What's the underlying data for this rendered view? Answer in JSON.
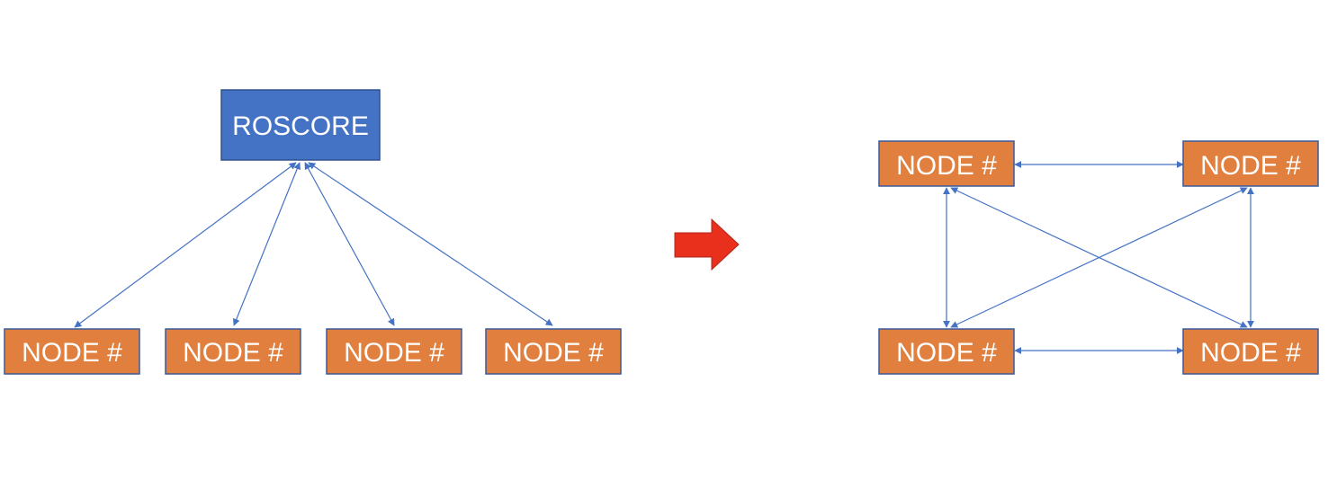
{
  "left_diagram": {
    "core": {
      "label": "ROSCORE",
      "color": "#4472C4"
    },
    "nodes": [
      {
        "label": "NODE #"
      },
      {
        "label": "NODE #"
      },
      {
        "label": "NODE #"
      },
      {
        "label": "NODE #"
      }
    ]
  },
  "transition_arrow": {
    "color": "#E8301C"
  },
  "right_diagram": {
    "nodes": [
      {
        "label": "NODE #"
      },
      {
        "label": "NODE #"
      },
      {
        "label": "NODE #"
      },
      {
        "label": "NODE #"
      }
    ]
  },
  "colors": {
    "node_fill": "#E07F3E",
    "node_stroke": "#3A5A9A",
    "core_stroke": "#2F528F",
    "connector": "#4472C4"
  }
}
